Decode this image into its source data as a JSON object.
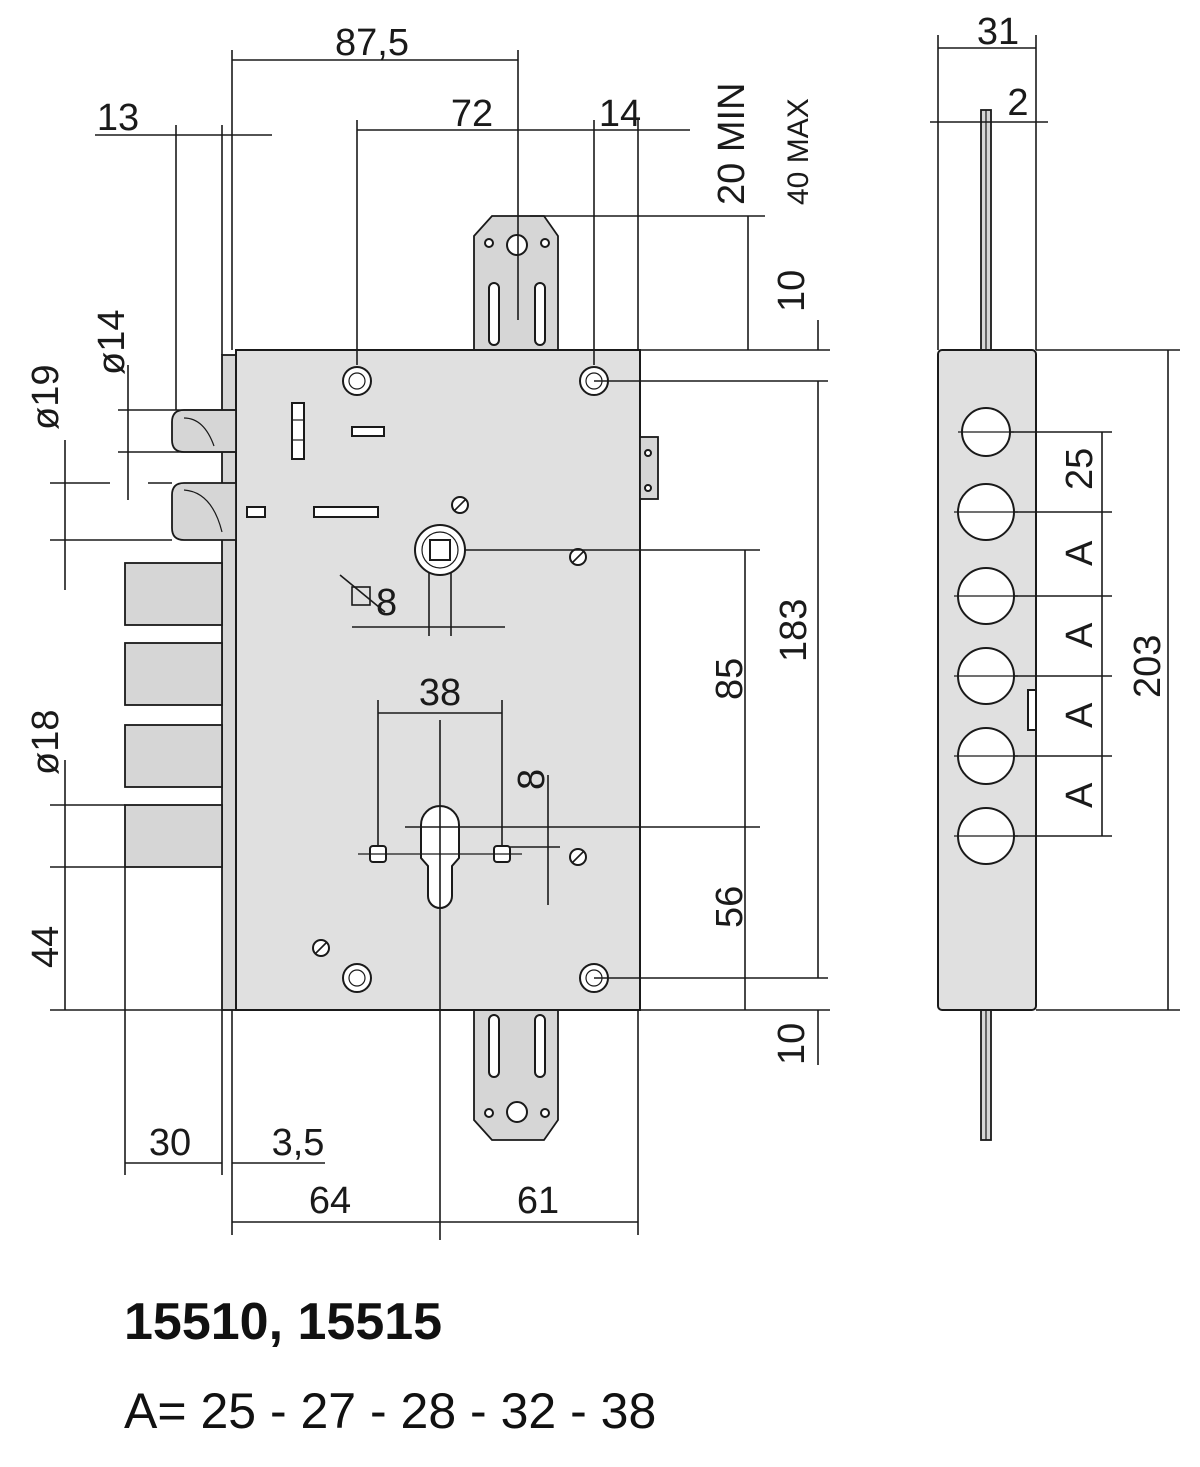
{
  "front_view": {
    "dim_87_5": "87,5",
    "dim_72": "72",
    "dim_14": "14",
    "dim_13": "13",
    "dim_20min": "20 MIN",
    "dim_40max": "40 MAX",
    "dim_10_top": "10",
    "dim_d14": "ø14",
    "dim_d19": "ø19",
    "dim_sq8": "8",
    "dim_38": "38",
    "dim_8": "8",
    "dim_85": "85",
    "dim_183": "183",
    "dim_56": "56",
    "dim_d18": "ø18",
    "dim_44": "44",
    "dim_10_bottom": "10",
    "dim_30": "30",
    "dim_3_5": "3,5",
    "dim_64": "64",
    "dim_61": "61"
  },
  "side_view": {
    "dim_31": "31",
    "dim_2": "2",
    "dim_25": "25",
    "dim_a1": "A",
    "dim_a2": "A",
    "dim_a3": "A",
    "dim_a4": "A",
    "dim_203": "203"
  },
  "caption": {
    "models": "15510, 15515",
    "a_values": "A=  25 - 27 - 28 - 32 - 38"
  }
}
